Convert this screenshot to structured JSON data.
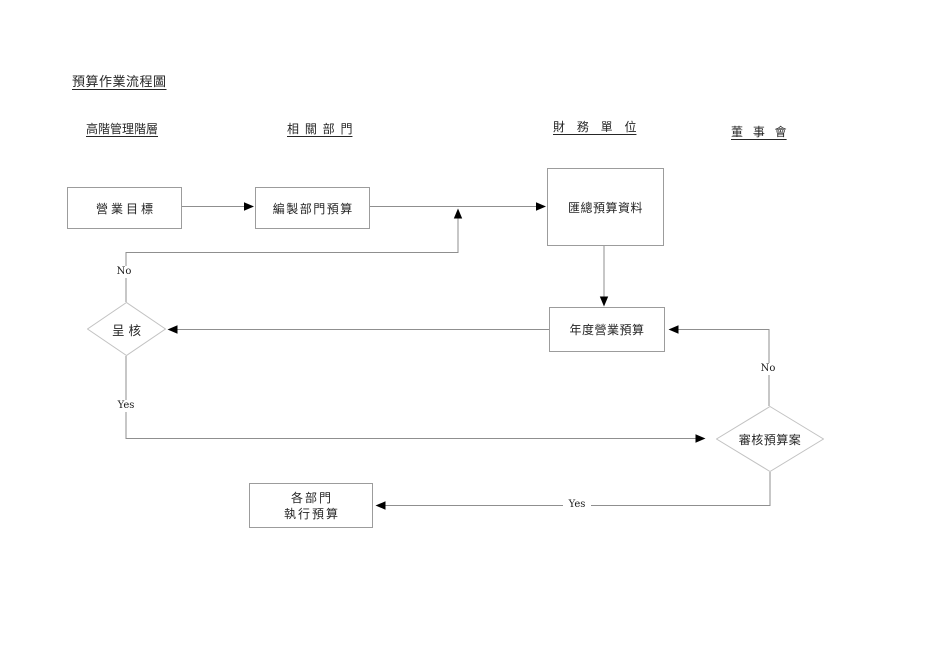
{
  "page": {
    "title": "預算作業流程圖"
  },
  "columns": [
    {
      "id": "senior-management",
      "label": "高階管理階層"
    },
    {
      "id": "related-departments",
      "label": "相 關 部 門"
    },
    {
      "id": "finance-unit",
      "label": "財 務 單 位"
    },
    {
      "id": "board-of-directors",
      "label": "董 事 會"
    }
  ],
  "nodes": {
    "business_goal": {
      "label": "營業目標",
      "shape": "process"
    },
    "prepare_dept_budget": {
      "label": "編製部門預算",
      "shape": "process"
    },
    "consolidate_budget_data": {
      "label": "匯總預算資料",
      "shape": "process"
    },
    "annual_operating_budget": {
      "label": "年度營業預算",
      "shape": "process"
    },
    "submit_for_approval": {
      "label": "呈核",
      "shape": "decision"
    },
    "review_budget_proposal": {
      "label": "審核預算案",
      "shape": "decision"
    },
    "execute_budget": {
      "line1": "各部門",
      "line2": "執行預算",
      "shape": "process"
    }
  },
  "edge_labels": {
    "submit_no": "No",
    "submit_yes": "Yes",
    "review_no": "No",
    "review_yes": "Yes"
  },
  "colors": {
    "background": "#ffffff",
    "text": "#262626",
    "process_border": "#9c9c9c",
    "decision_border": "#c2c2c2",
    "connector": "#8f8f8f",
    "arrowhead": "#000000"
  }
}
